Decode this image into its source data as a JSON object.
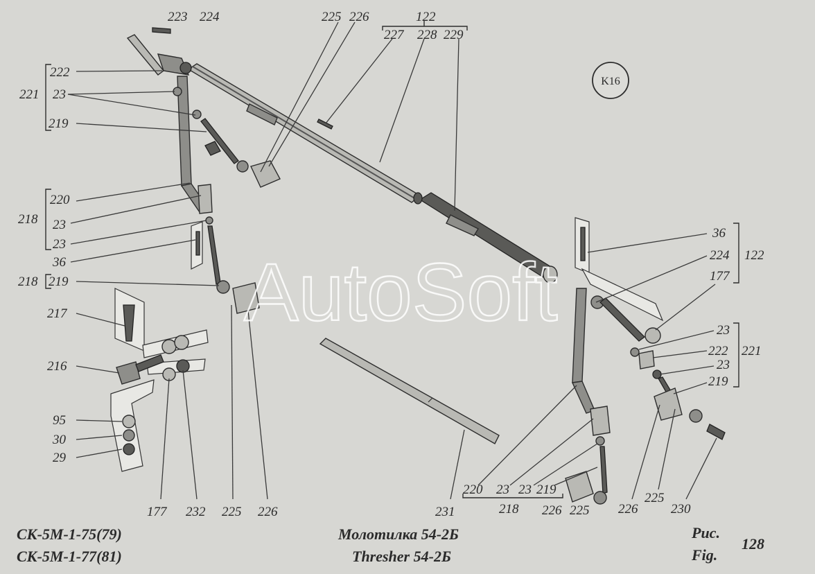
{
  "callout": "K16",
  "watermark": "AutoSoft",
  "labels": {
    "l223": "223",
    "l224": "224",
    "l225a": "225",
    "l226a": "226",
    "l122": "122",
    "l227": "227",
    "l228": "228",
    "l229": "229",
    "l221": "221",
    "l222": "222",
    "l23a": "23",
    "l219a": "219",
    "l220": "220",
    "l218": "218",
    "l23b": "23",
    "l23c": "23",
    "l36a": "36",
    "l218b": "218",
    "l219b": "219",
    "l217": "217",
    "l216": "216",
    "l95": "95",
    "l30": "30",
    "l29": "29",
    "l177a": "177",
    "l232": "232",
    "l225b": "225",
    "l226b": "226",
    "l231": "231",
    "l36b": "36",
    "l224b": "224",
    "l122b": "122",
    "l177b": "177",
    "l23d": "23",
    "l222b": "222",
    "l221b": "221",
    "l23e": "23",
    "l219c": "219",
    "l226c": "226",
    "l225c": "225",
    "l230": "230",
    "l220b": "220",
    "l23f": "23",
    "l23g": "23",
    "l219d": "219",
    "l218c": "218",
    "l226d": "226",
    "l225d": "225"
  },
  "footer": {
    "model_1": "СК-5М-1-75(79)",
    "model_2": "СК-5М-1-77(81)",
    "title_ru": "Молотилка  54-2Б",
    "title_en": "Thresher  54-2Б",
    "fig_ru": "Рис.",
    "fig_en": "Fig.",
    "fig_number": "128"
  }
}
